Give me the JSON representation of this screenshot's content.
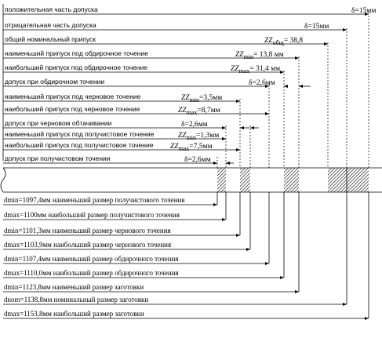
{
  "top_rows": [
    {
      "label": "положительная часть допуска",
      "value": "δ=15мм"
    },
    {
      "label": "отрицательная часть допуска",
      "value": "δ=15мм"
    },
    {
      "label": "общий номинальный припуск",
      "value": "ZZобщ= 38,8"
    },
    {
      "label": "наименьший припуск под обдирочное точение",
      "value": "ZZmin= 13,8 мм"
    },
    {
      "label": "наибольший припуск под обдирочное точение",
      "value": "ZZmax= 31,4 мм"
    },
    {
      "label": "допуск при обдирочном точении",
      "value": "δ=2,6мм"
    },
    {
      "label": "наименьший припуск под черновое точение",
      "value": "ZZmin=3,5мм"
    },
    {
      "label": "наибольший припуск под черновое точение",
      "value": "ZZmax=8,7мм"
    },
    {
      "label": "допуск при черновом обтачивании",
      "value": "δ=2,6мм"
    },
    {
      "label": "наименьший припуск под получистовое точение",
      "value": "ZZmin=1,3мм"
    },
    {
      "label": "наибольший припуск под получистовое точение",
      "value": "ZZmax=7,5мм"
    },
    {
      "label": "допуск при получистовом точении",
      "value": "δ=2,6мм"
    }
  ],
  "bottom_rows": [
    {
      "label": "dmin=1097,4мм наименьший размер получистового точения"
    },
    {
      "label": "dmax=1100мм наибольший размер получистового точения"
    },
    {
      "label": "dmin=1101,3мм наименьший размер чернового точения"
    },
    {
      "label": "dmax=1103,9мм наибольший размер чернового точения"
    },
    {
      "label": "dmin=1107,4мм наименьший размер обдирочного точения"
    },
    {
      "label": "dmax=1110,0мм наибольший размер обдирочного точения"
    },
    {
      "label": "dmin=1123,8мм наименьший размер заготовки"
    },
    {
      "label": "dnom=1138,8мм номинальный размер заготовки"
    },
    {
      "label": "dmax=1153,8мм наибольший размер заготовки"
    }
  ]
}
